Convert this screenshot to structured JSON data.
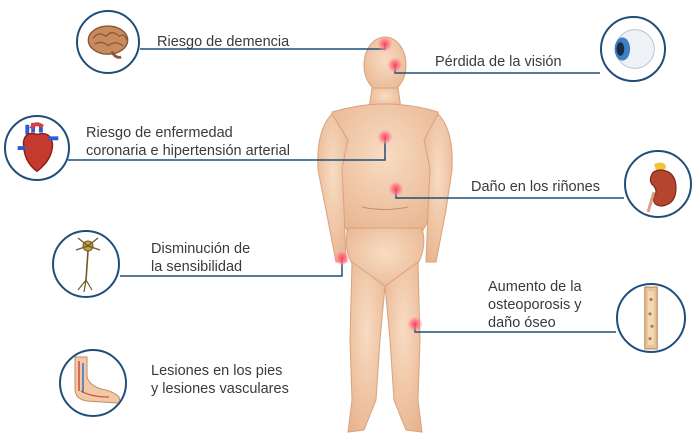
{
  "title": "",
  "colors": {
    "line": "#1f4e79",
    "circle_border": "#1f4e79",
    "dot": "#f06a78",
    "skin": "#f2c9a6",
    "text": "#3a3a3a"
  },
  "items": [
    {
      "id": "dementia",
      "label_lines": [
        "Riesgo de demencia"
      ],
      "icon": "brain-icon"
    },
    {
      "id": "vision",
      "label_lines": [
        "Pérdida de la visión"
      ],
      "icon": "eye-icon"
    },
    {
      "id": "coronary",
      "label_lines": [
        "Riesgo de enfermedad",
        "coronaria e hipertensión arterial"
      ],
      "icon": "heart-icon"
    },
    {
      "id": "kidney",
      "label_lines": [
        "Daño en los riñones"
      ],
      "icon": "kidney-icon"
    },
    {
      "id": "sensitivity",
      "label_lines": [
        "Disminución de",
        "la sensibilidad"
      ],
      "icon": "neuron-icon"
    },
    {
      "id": "bone",
      "label_lines": [
        "Aumento de la",
        "osteoporosis y",
        "daño óseo"
      ],
      "icon": "bone-icon"
    },
    {
      "id": "feet",
      "label_lines": [
        "Lesiones en los pies",
        "y lesiones vasculares"
      ],
      "icon": "foot-icon"
    }
  ]
}
